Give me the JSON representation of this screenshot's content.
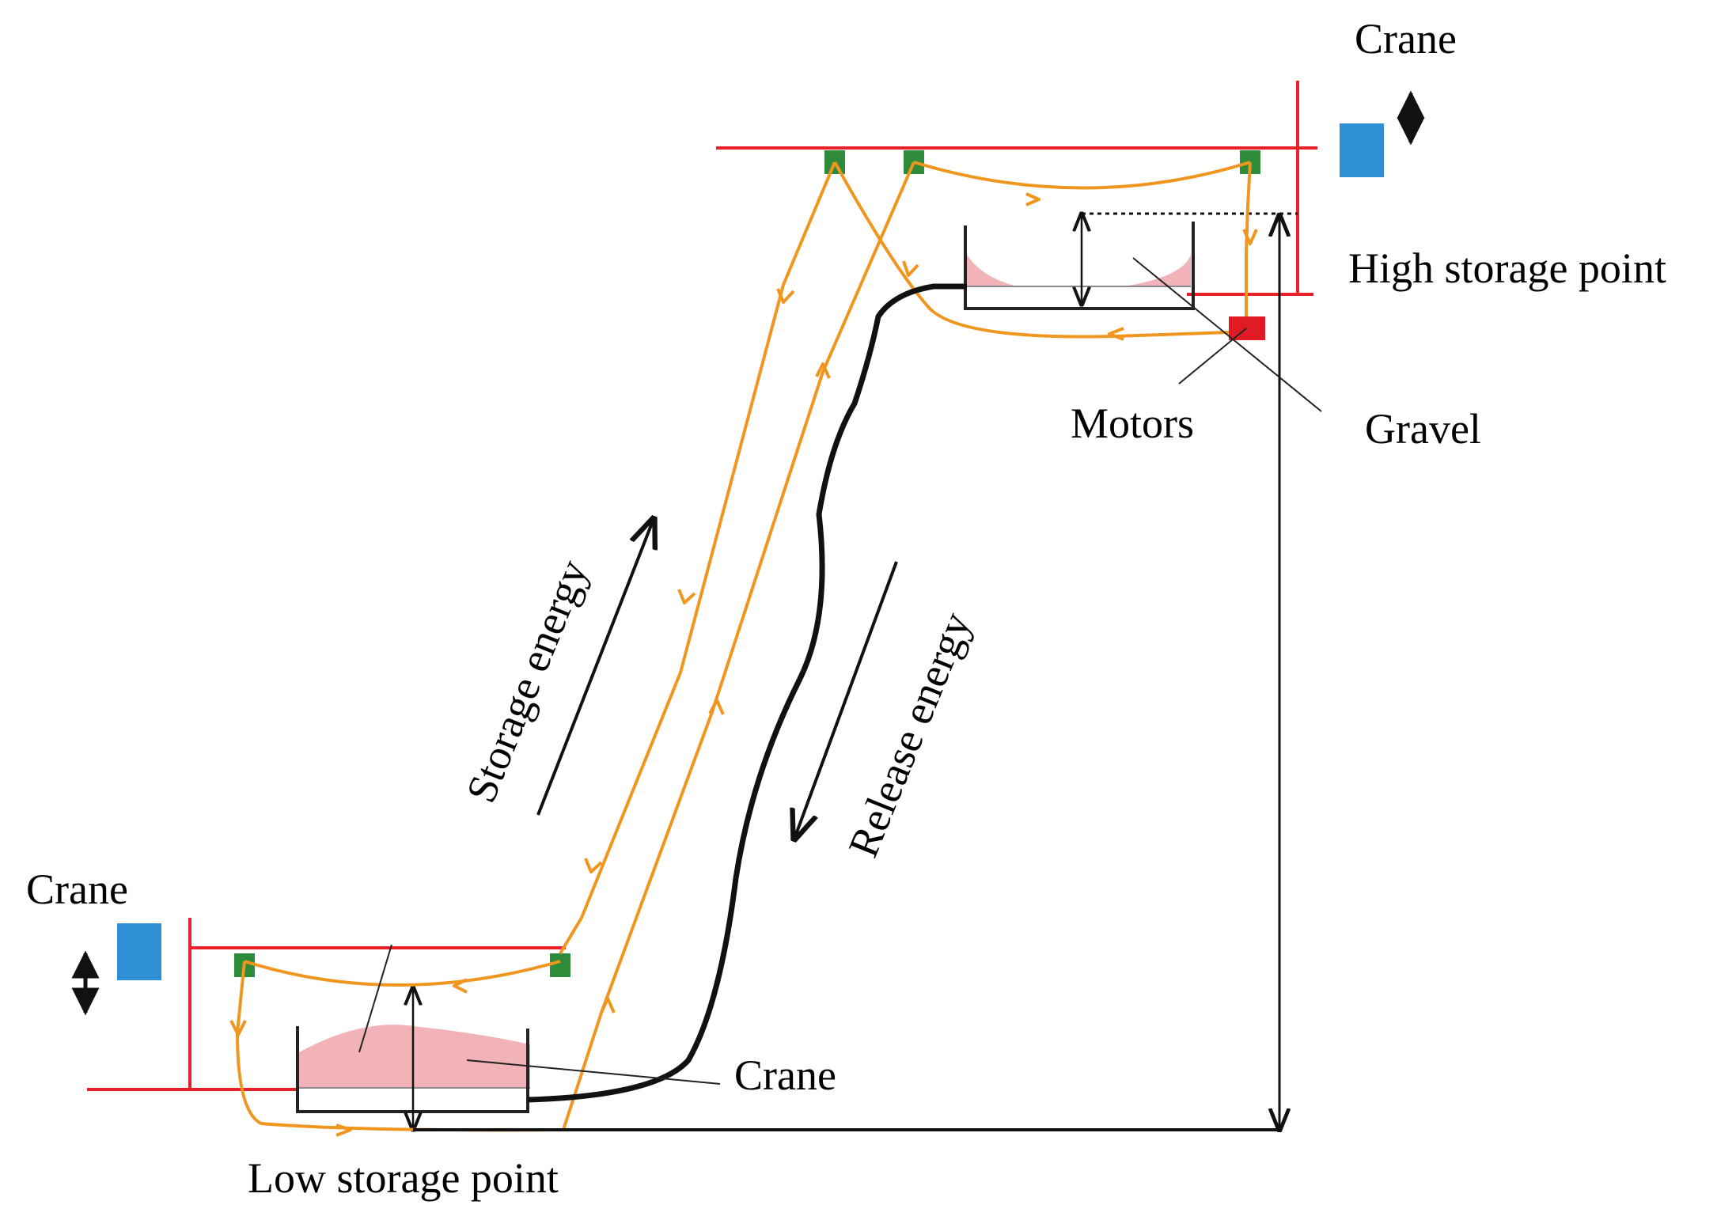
{
  "labels": {
    "crane_top": "Crane",
    "crane_left": "Crane",
    "crane_bottom": "Crane",
    "high_storage_point": "High storage point",
    "low_storage_point": "Low storage point",
    "motors": "Motors",
    "gravel": "Gravel",
    "storage_energy": "Storage energy",
    "release_energy": "Release energy"
  },
  "colors": {
    "rail": "#e8202a",
    "track": "#f0961e",
    "pulley": "#2e8b3a",
    "crane": "#2f90d6",
    "motor": "#e01b24",
    "gravel": "#f2b3b8",
    "cable": "#111111",
    "line": "#222222"
  },
  "icons": {
    "crane": "crane-block-icon",
    "pulley": "pulley-icon",
    "motor": "motor-icon",
    "vertical_move": "double-arrow-icon"
  }
}
